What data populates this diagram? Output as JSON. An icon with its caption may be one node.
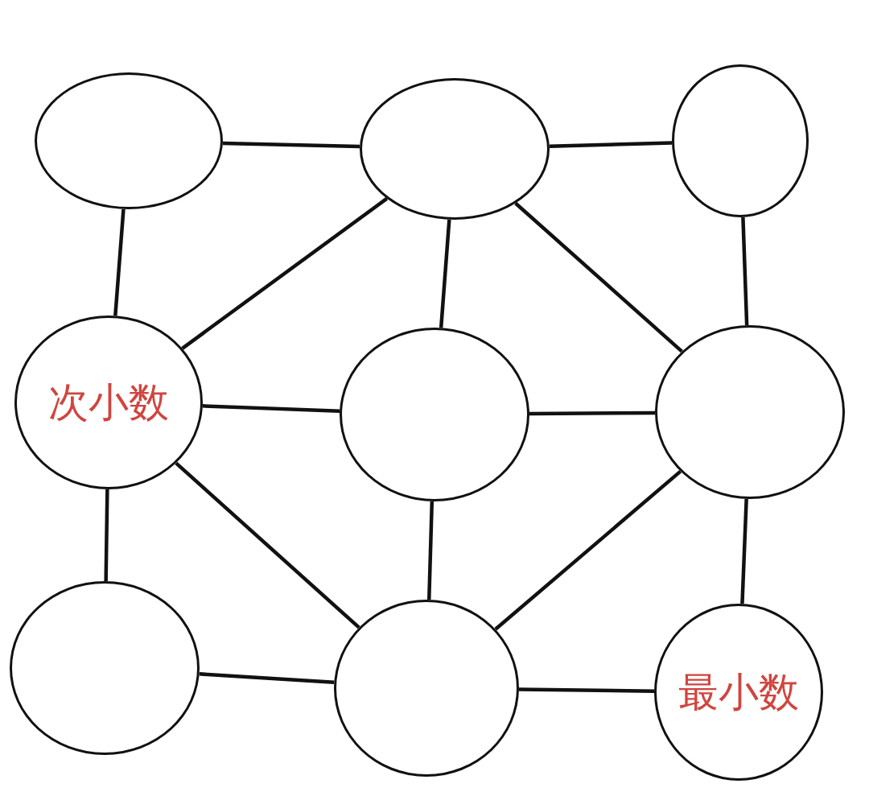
{
  "diagram": {
    "nodes": [
      {
        "text": [],
        "shape": "circle"
      },
      {
        "text": [],
        "shape": "circle"
      },
      {
        "text": [],
        "shape": "circle"
      },
      {
        "text": [
          "次小数"
        ]
      },
      {
        "text": [],
        "shape": "circle"
      },
      {
        "text": [],
        "shape": "circle"
      },
      {
        "text": [],
        "shape": "circle"
      },
      {
        "text": [],
        "shape": "circle"
      },
      {
        "text": [
          "最小数"
        ]
      }
    ],
    "edges": [
      {
        "from": 0,
        "to": 1,
        "arrow": "none"
      },
      {
        "from": 1,
        "to": 2,
        "arrow": "none"
      },
      {
        "from": 0,
        "to": 3,
        "arrow": "none"
      },
      {
        "from": 1,
        "to": 3,
        "arrow": "none"
      },
      {
        "from": 1,
        "to": 4,
        "arrow": "none"
      },
      {
        "from": 1,
        "to": 5,
        "arrow": "none"
      },
      {
        "from": 2,
        "to": 5,
        "arrow": "none"
      },
      {
        "from": 3,
        "to": 4,
        "arrow": "none"
      },
      {
        "from": 4,
        "to": 5,
        "arrow": "none"
      },
      {
        "from": 3,
        "to": 6,
        "arrow": "none"
      },
      {
        "from": 3,
        "to": 7,
        "arrow": "none"
      },
      {
        "from": 4,
        "to": 7,
        "arrow": "none"
      },
      {
        "from": 5,
        "to": 7,
        "arrow": "none"
      },
      {
        "from": 5,
        "to": 8,
        "arrow": "none"
      },
      {
        "from": 6,
        "to": 7,
        "arrow": "none"
      },
      {
        "from": 7,
        "to": 8,
        "arrow": "none"
      }
    ]
  }
}
